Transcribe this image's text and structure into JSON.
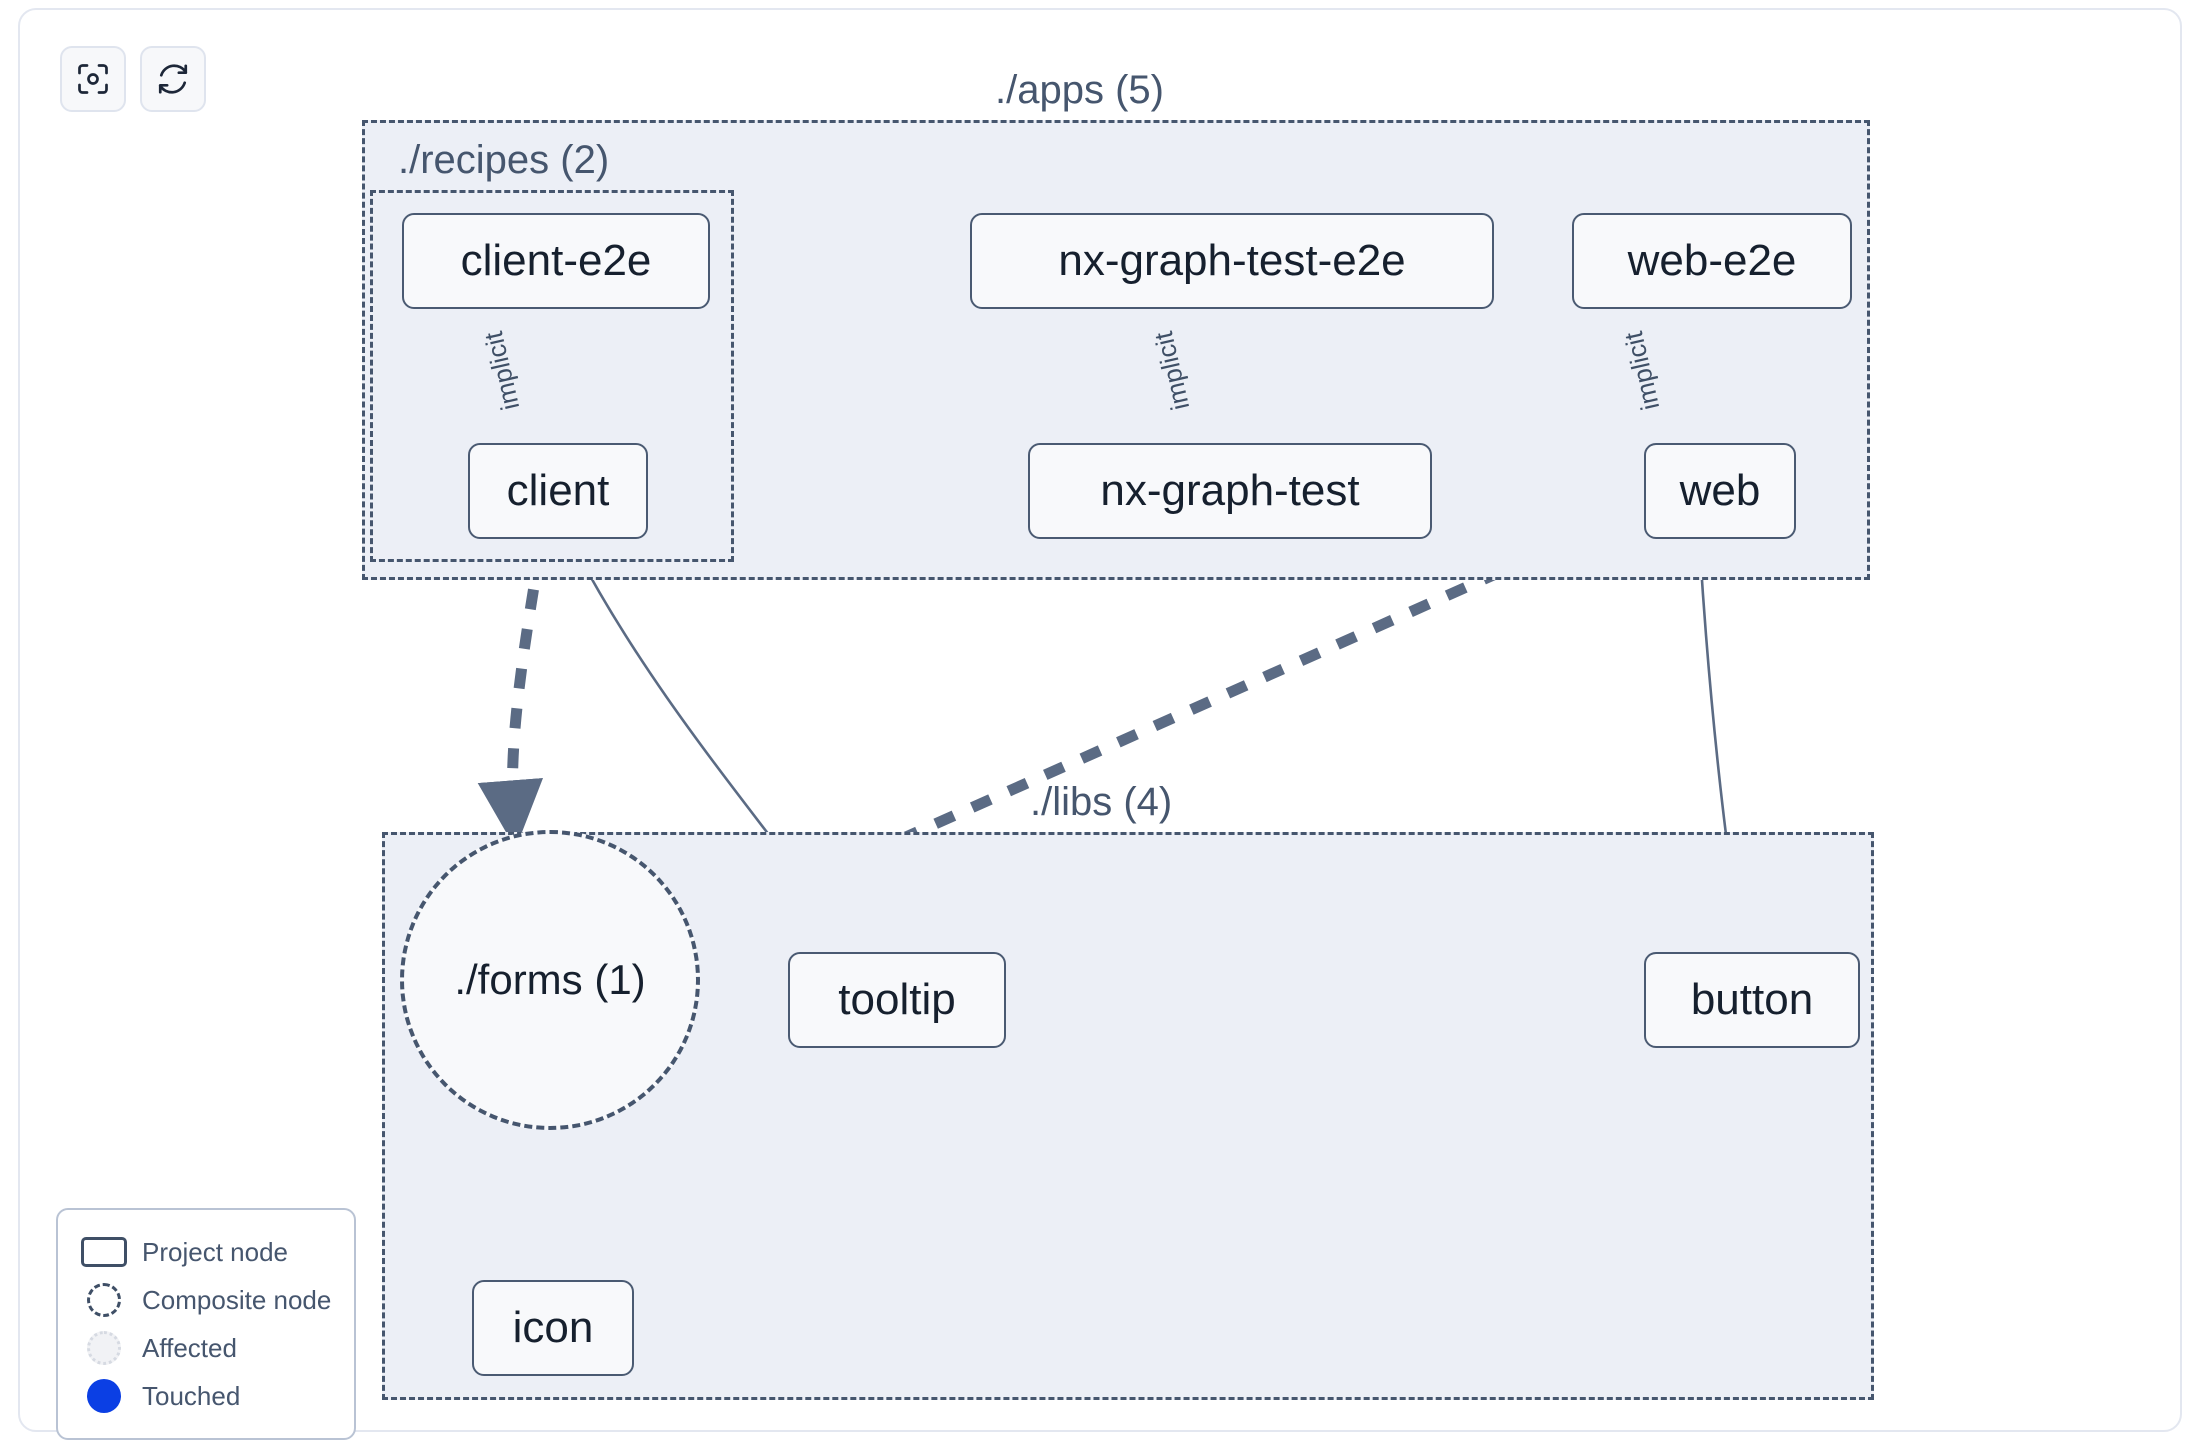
{
  "toolbar": {
    "buttons": [
      {
        "name": "focus-graph-button",
        "icon": "focus-target-icon",
        "label": ""
      },
      {
        "name": "refresh-graph-button",
        "icon": "refresh-icon",
        "label": ""
      }
    ]
  },
  "graph": {
    "groups": [
      {
        "id": "apps",
        "label": "./apps (5)"
      },
      {
        "id": "recipes",
        "label": "./recipes (2)"
      },
      {
        "id": "libs",
        "label": "./libs (4)"
      }
    ],
    "nodes": [
      {
        "id": "client-e2e",
        "label": "client-e2e",
        "type": "project"
      },
      {
        "id": "nx-graph-test-e2e",
        "label": "nx-graph-test-e2e",
        "type": "project"
      },
      {
        "id": "web-e2e",
        "label": "web-e2e",
        "type": "project"
      },
      {
        "id": "client",
        "label": "client",
        "type": "project"
      },
      {
        "id": "nx-graph-test",
        "label": "nx-graph-test",
        "type": "project"
      },
      {
        "id": "web",
        "label": "web",
        "type": "project"
      },
      {
        "id": "forms",
        "label": "./forms (1)",
        "type": "composite"
      },
      {
        "id": "tooltip",
        "label": "tooltip",
        "type": "project"
      },
      {
        "id": "button",
        "label": "button",
        "type": "project"
      },
      {
        "id": "icon",
        "label": "icon",
        "type": "project"
      }
    ],
    "edges": [
      {
        "from": "client-e2e",
        "to": "client",
        "label": "implicit",
        "style": "solid"
      },
      {
        "from": "nx-graph-test-e2e",
        "to": "nx-graph-test",
        "label": "implicit",
        "style": "solid"
      },
      {
        "from": "web-e2e",
        "to": "web",
        "label": "implicit",
        "style": "solid"
      },
      {
        "from": "client",
        "to": "forms",
        "label": "",
        "style": "dashed"
      },
      {
        "from": "client",
        "to": "tooltip",
        "label": "",
        "style": "solid"
      },
      {
        "from": "web",
        "to": "forms",
        "label": "",
        "style": "dashed"
      },
      {
        "from": "web",
        "to": "button",
        "label": "",
        "style": "solid"
      },
      {
        "from": "forms",
        "to": "icon",
        "label": "",
        "style": "dashed"
      }
    ]
  },
  "legend": {
    "items": [
      {
        "swatch": "project-node-swatch",
        "label": "Project node"
      },
      {
        "swatch": "composite-node-swatch",
        "label": "Composite node"
      },
      {
        "swatch": "affected-swatch",
        "label": "Affected"
      },
      {
        "swatch": "touched-swatch",
        "label": "Touched"
      }
    ]
  },
  "colors": {
    "group_background": "#eceff6",
    "group_border": "#46566e",
    "node_border": "#4a5a72",
    "node_background": "#f8f9fb",
    "edge": "#5b6b84",
    "text": "#16202e",
    "touched": "#0b3fe4",
    "panel_border": "#e3e7f0"
  }
}
